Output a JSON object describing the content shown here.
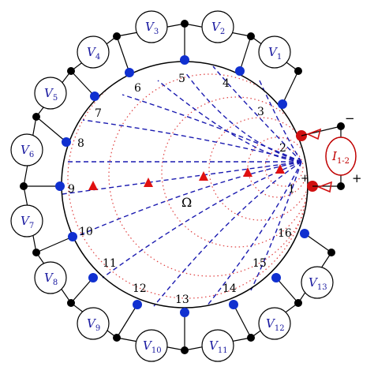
{
  "region_label": "Ω",
  "electrode_labels": [
    "1",
    "2",
    "3",
    "4",
    "5",
    "6",
    "7",
    "8",
    "9",
    "10",
    "11",
    "12",
    "13",
    "14",
    "15",
    "16"
  ],
  "voltmeters": [
    {
      "base": "V",
      "sub": "1"
    },
    {
      "base": "V",
      "sub": "2"
    },
    {
      "base": "V",
      "sub": "3"
    },
    {
      "base": "V",
      "sub": "4"
    },
    {
      "base": "V",
      "sub": "5"
    },
    {
      "base": "V",
      "sub": "6"
    },
    {
      "base": "V",
      "sub": "7"
    },
    {
      "base": "V",
      "sub": "8"
    },
    {
      "base": "V",
      "sub": "9"
    },
    {
      "base": "V",
      "sub": "10"
    },
    {
      "base": "V",
      "sub": "11"
    },
    {
      "base": "V",
      "sub": "12"
    },
    {
      "base": "V",
      "sub": "13"
    }
  ],
  "current_source": {
    "base": "I",
    "sub": "1-2",
    "minus": "−",
    "plus": "+",
    "plus_small": "+"
  },
  "colors": {
    "field_lines": "#1a1ab0",
    "equipotentials": "#e04040",
    "electrodes": "#1030d0",
    "wire": "#000000",
    "current": "#d01010",
    "markers": "#e01010"
  }
}
